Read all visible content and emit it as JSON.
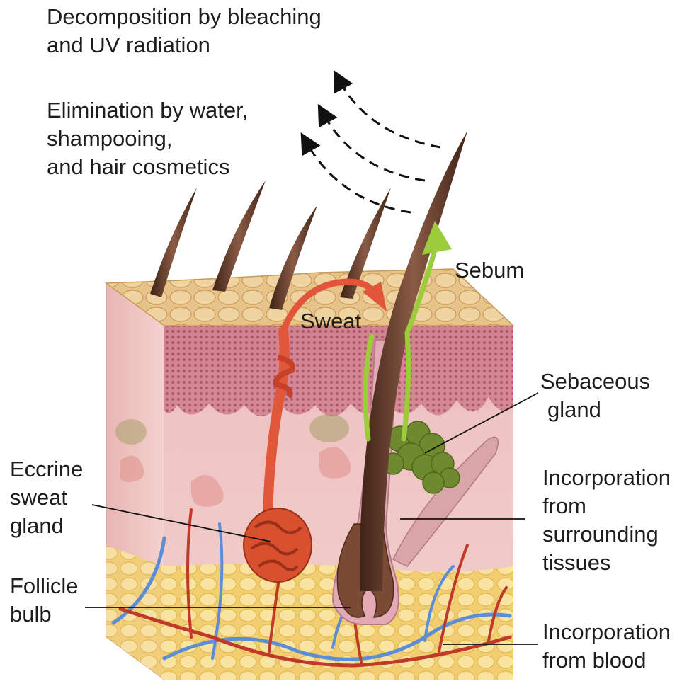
{
  "labels": {
    "decomposition": [
      "Decomposition by bleaching",
      "and UV radiation"
    ],
    "elimination": [
      "Elimination by water,",
      "shampooing,",
      "and hair cosmetics"
    ],
    "sebum": "Sebum",
    "sweat": "Sweat",
    "sebaceous": [
      "Sebaceous",
      "gland"
    ],
    "surrounding": [
      "Incorporation",
      "from",
      "surrounding",
      "tissues"
    ],
    "eccrine": [
      "Eccrine",
      "sweat",
      "gland"
    ],
    "follicle": [
      "Follicle",
      "bulb"
    ],
    "blood": [
      "Incorporation",
      "from blood"
    ]
  },
  "colors": {
    "sweat_arrow": "#e2553a",
    "sebum_arrow": "#9ccc3c",
    "hair": "#5b3423",
    "epidermis_top": "#e7c489",
    "dermis": "#eebcbc",
    "fat": "#f2d47a",
    "artery": "#c0392b",
    "vein": "#5b8ed6",
    "sebaceous_gland": "#6f8a2e",
    "sweat_gland": "#d9502f"
  }
}
